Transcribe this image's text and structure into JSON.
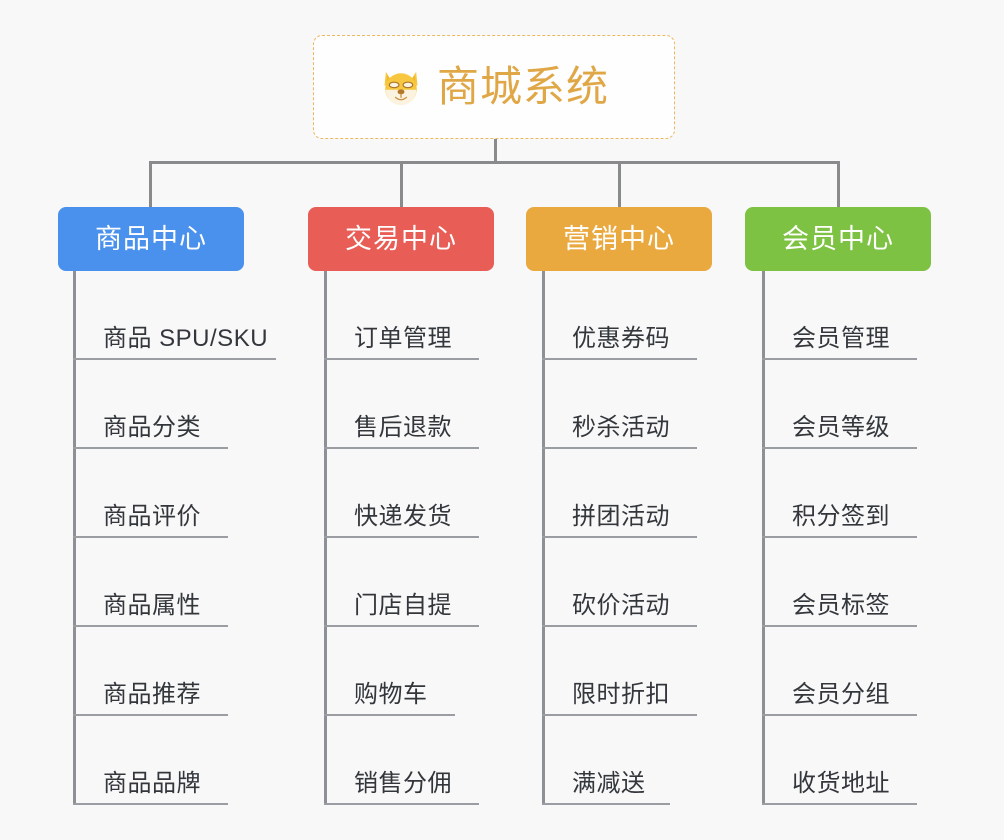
{
  "background_color": "#f8f8f8",
  "root": {
    "title": "商城系统",
    "icon": "dog-face-icon",
    "text_color": "#e0a746",
    "border_color": "#edb75f"
  },
  "connector_color": "#888a8c",
  "columns": [
    {
      "id": "product-center",
      "label": "商品中心",
      "color": "#4a90ed",
      "items": [
        "商品 SPU/SKU",
        "商品分类",
        "商品评价",
        "商品属性",
        "商品推荐",
        "商品品牌"
      ]
    },
    {
      "id": "trade-center",
      "label": "交易中心",
      "color": "#e85d55",
      "items": [
        "订单管理",
        "售后退款",
        "快递发货",
        "门店自提",
        "购物车",
        "销售分佣"
      ]
    },
    {
      "id": "marketing-center",
      "label": "营销中心",
      "color": "#eaa93f",
      "items": [
        "优惠券码",
        "秒杀活动",
        "拼团活动",
        "砍价活动",
        "限时折扣",
        "满减送"
      ]
    },
    {
      "id": "member-center",
      "label": "会员中心",
      "color": "#7dc242",
      "items": [
        "会员管理",
        "会员等级",
        "积分签到",
        "会员标签",
        "会员分组",
        "收货地址"
      ]
    }
  ]
}
